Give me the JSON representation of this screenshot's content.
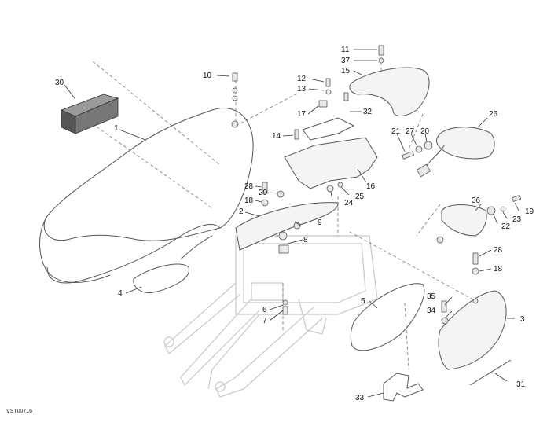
{
  "callouts": [
    {
      "id": "p1",
      "label": "1"
    },
    {
      "id": "p2",
      "label": "2"
    },
    {
      "id": "p3",
      "label": "3"
    },
    {
      "id": "p4",
      "label": "4"
    },
    {
      "id": "p5",
      "label": "5"
    },
    {
      "id": "p6",
      "label": "6"
    },
    {
      "id": "p7",
      "label": "7"
    },
    {
      "id": "p8",
      "label": "8"
    },
    {
      "id": "p9",
      "label": "9"
    },
    {
      "id": "p10",
      "label": "10"
    },
    {
      "id": "p11",
      "label": "11"
    },
    {
      "id": "p12",
      "label": "12"
    },
    {
      "id": "p13",
      "label": "13"
    },
    {
      "id": "p14",
      "label": "14"
    },
    {
      "id": "p15",
      "label": "15"
    },
    {
      "id": "p16",
      "label": "16"
    },
    {
      "id": "p17",
      "label": "17"
    },
    {
      "id": "p18a",
      "label": "18"
    },
    {
      "id": "p18b",
      "label": "18"
    },
    {
      "id": "p19",
      "label": "19"
    },
    {
      "id": "p20",
      "label": "20"
    },
    {
      "id": "p21",
      "label": "21"
    },
    {
      "id": "p22",
      "label": "22"
    },
    {
      "id": "p23",
      "label": "23"
    },
    {
      "id": "p24",
      "label": "24"
    },
    {
      "id": "p25",
      "label": "25"
    },
    {
      "id": "p26",
      "label": "26"
    },
    {
      "id": "p27",
      "label": "27"
    },
    {
      "id": "p28a",
      "label": "28"
    },
    {
      "id": "p28b",
      "label": "28"
    },
    {
      "id": "p29",
      "label": "29"
    },
    {
      "id": "p30",
      "label": "30"
    },
    {
      "id": "p31",
      "label": "31"
    },
    {
      "id": "p32",
      "label": "32"
    },
    {
      "id": "p33",
      "label": "33"
    },
    {
      "id": "p34",
      "label": "34"
    },
    {
      "id": "p35",
      "label": "35"
    },
    {
      "id": "p36",
      "label": "36"
    },
    {
      "id": "p37",
      "label": "37"
    }
  ],
  "drawing_code": "VST00716"
}
